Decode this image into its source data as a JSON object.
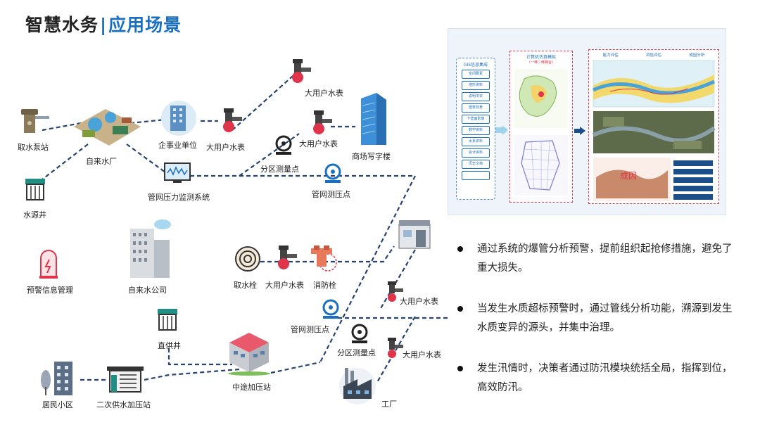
{
  "header": {
    "title_main": "智慧水务",
    "separator": "|",
    "title_sub": "应用场景"
  },
  "nodes": {
    "pump_station": "取水泵站",
    "waterworks": "自来水厂",
    "enterprise": "企事业单位",
    "meter_1": "大用户水表",
    "meter_top": "大用户水表",
    "meter_2": "大用户水表",
    "mall": "商场写字楼",
    "zone_point_1": "分区测量点",
    "pipe_pressure_point_1": "管网测压点",
    "pressure_monitor": "管网压力监测系统",
    "water_well": "水源井",
    "alarm_mgmt": "预警信息管理",
    "water_company": "自来水公司",
    "hydrant_intake": "取水栓",
    "meter_3": "大用户水表",
    "fire_hydrant": "消防栓",
    "meter_4": "大用户水表",
    "pipe_pressure_point_2": "管网测压点",
    "zone_point_2": "分区测量点",
    "meter_5": "大用户水表",
    "direct_well": "直供井",
    "booster_mid": "中途加压站",
    "residential": "居民小区",
    "secondary_booster": "二次供水加压站",
    "factory": "工厂"
  },
  "panel": {
    "gis_title": "GIS信息集成",
    "gis_items": [
      "空间要素",
      "地形资料",
      "说明书资",
      "建筑背景",
      "下垫面影像",
      "数字资料",
      "水系资料",
      "会计资料",
      "历史文档",
      ""
    ],
    "sim_title": "计算机仿真模拟",
    "sim_sub": "（一维二维耦合）",
    "eval_tabs": [
      "能力评估",
      "风险评估",
      "成因分析"
    ],
    "eval_overlay": "成因",
    "eval_buttons": [
      "",
      "",
      "",
      "",
      ""
    ]
  },
  "bullets": [
    "通过系统的爆管分析预警，提前组织起抢修措施，避免了重大损失。",
    "当发生水质超标预警时，通过管线分析功能，溯源到发生水质变异的源头，并集中治理。",
    "发生汛情时，决策者通过防汛模块统括全局，指挥到位，高效防汛。"
  ],
  "colors": {
    "accent": "#1a6fc0",
    "pipe": "#27446e",
    "red": "#e0344b",
    "teal": "#1f8f86"
  }
}
